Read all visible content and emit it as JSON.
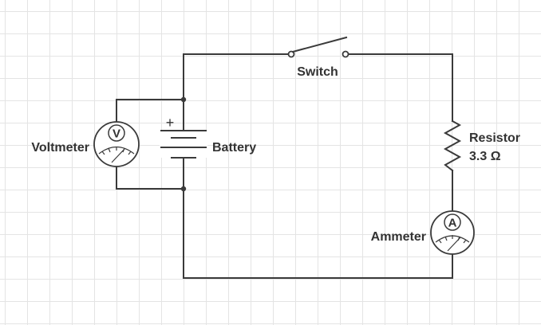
{
  "labels": {
    "switch": "Switch",
    "battery": "Battery",
    "voltmeter": "Voltmeter",
    "resistor_name": "Resistor",
    "resistor_value": "3.3 Ω",
    "ammeter": "Ammeter"
  },
  "meters": {
    "voltmeter_symbol": "V",
    "ammeter_symbol": "A"
  },
  "battery_polarity": "+",
  "colors": {
    "wire": "#3a3a3a",
    "grid": "#e4e4e4",
    "background": "#ffffff"
  }
}
